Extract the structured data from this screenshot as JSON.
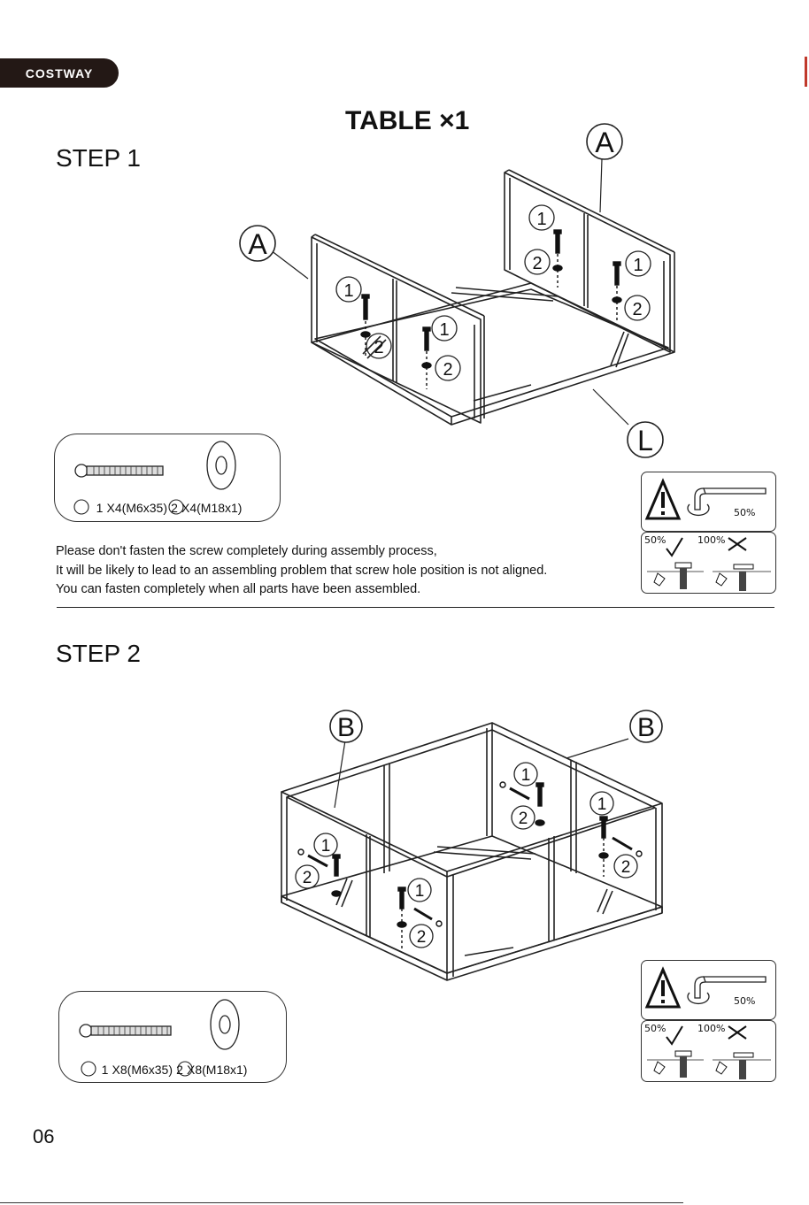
{
  "header": {
    "brand": "COSTWAY",
    "title": "TABLE ×1"
  },
  "step1": {
    "heading": "STEP 1",
    "callouts": {
      "panel_left": "A",
      "panel_right": "A",
      "base": "L",
      "screw": "1",
      "washer": "2"
    },
    "hardware": {
      "screw_tag": "1",
      "screw_text": "X4(M6x35)",
      "washer_tag": "2",
      "washer_text": "X4(M18x1)"
    },
    "note": [
      "Please don't fasten the screw completely during assembly process,",
      "It will be likely to lead to an assembling problem that screw hole position is not aligned.",
      "You can fasten completely when all parts have been assembled."
    ]
  },
  "step2": {
    "heading": "STEP 2",
    "callouts": {
      "panel_left": "B",
      "panel_right": "B",
      "screw": "1",
      "washer": "2"
    },
    "hardware": {
      "screw_tag": "1",
      "screw_text": "X8(M6x35)",
      "washer_tag": "2",
      "washer_text": "X8(M18x1)"
    }
  },
  "warning": {
    "torque": "50%",
    "ok_label": "50%",
    "bad_label": "100%",
    "ok_level": 0.5,
    "bad_level": 1.0
  },
  "footer": {
    "page_number": "06"
  },
  "colors": {
    "brand_bg": "#231815",
    "line": "#333333",
    "edge_mark": "#c0392b"
  }
}
